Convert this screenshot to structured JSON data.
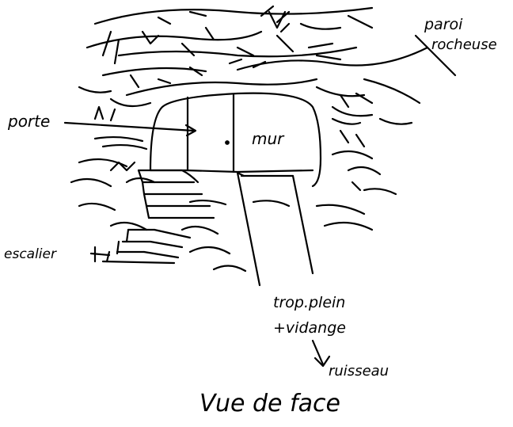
{
  "title": "Vue de face",
  "labels": {
    "paroi_line1": "paroi",
    "paroi_line2": "rocheuse",
    "porte": "porte",
    "mur": "mur",
    "escalier": "escalier",
    "trop_plein_line1": "trop.plein",
    "trop_plein_line2": "+vidange",
    "ruisseau": "ruisseau"
  },
  "colors": {
    "ink": "#000000",
    "paper": "#ffffff"
  }
}
